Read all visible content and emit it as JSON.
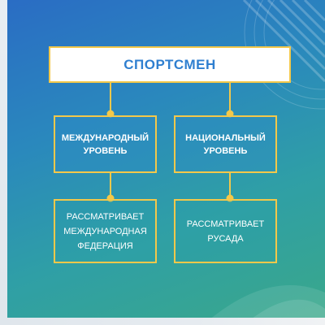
{
  "diagram": {
    "title": "СПОРТСМЕН",
    "branches": [
      {
        "level": "МЕЖДУНАРОДНЫЙ\nУРОВЕНЬ",
        "review": "РАССМАТРИВАЕТ\nМЕЖДУНАРОДНАЯ\nФЕДЕРАЦИЯ"
      },
      {
        "level": "НАЦИОНАЛЬНЫЙ\nУРОВЕНЬ",
        "review": "РАССМАТРИВАЕТ\nРУСАДА"
      }
    ]
  },
  "colors": {
    "border": "#f3c84a",
    "title_text": "#2f7fd0",
    "connector": "#f3c84a"
  }
}
